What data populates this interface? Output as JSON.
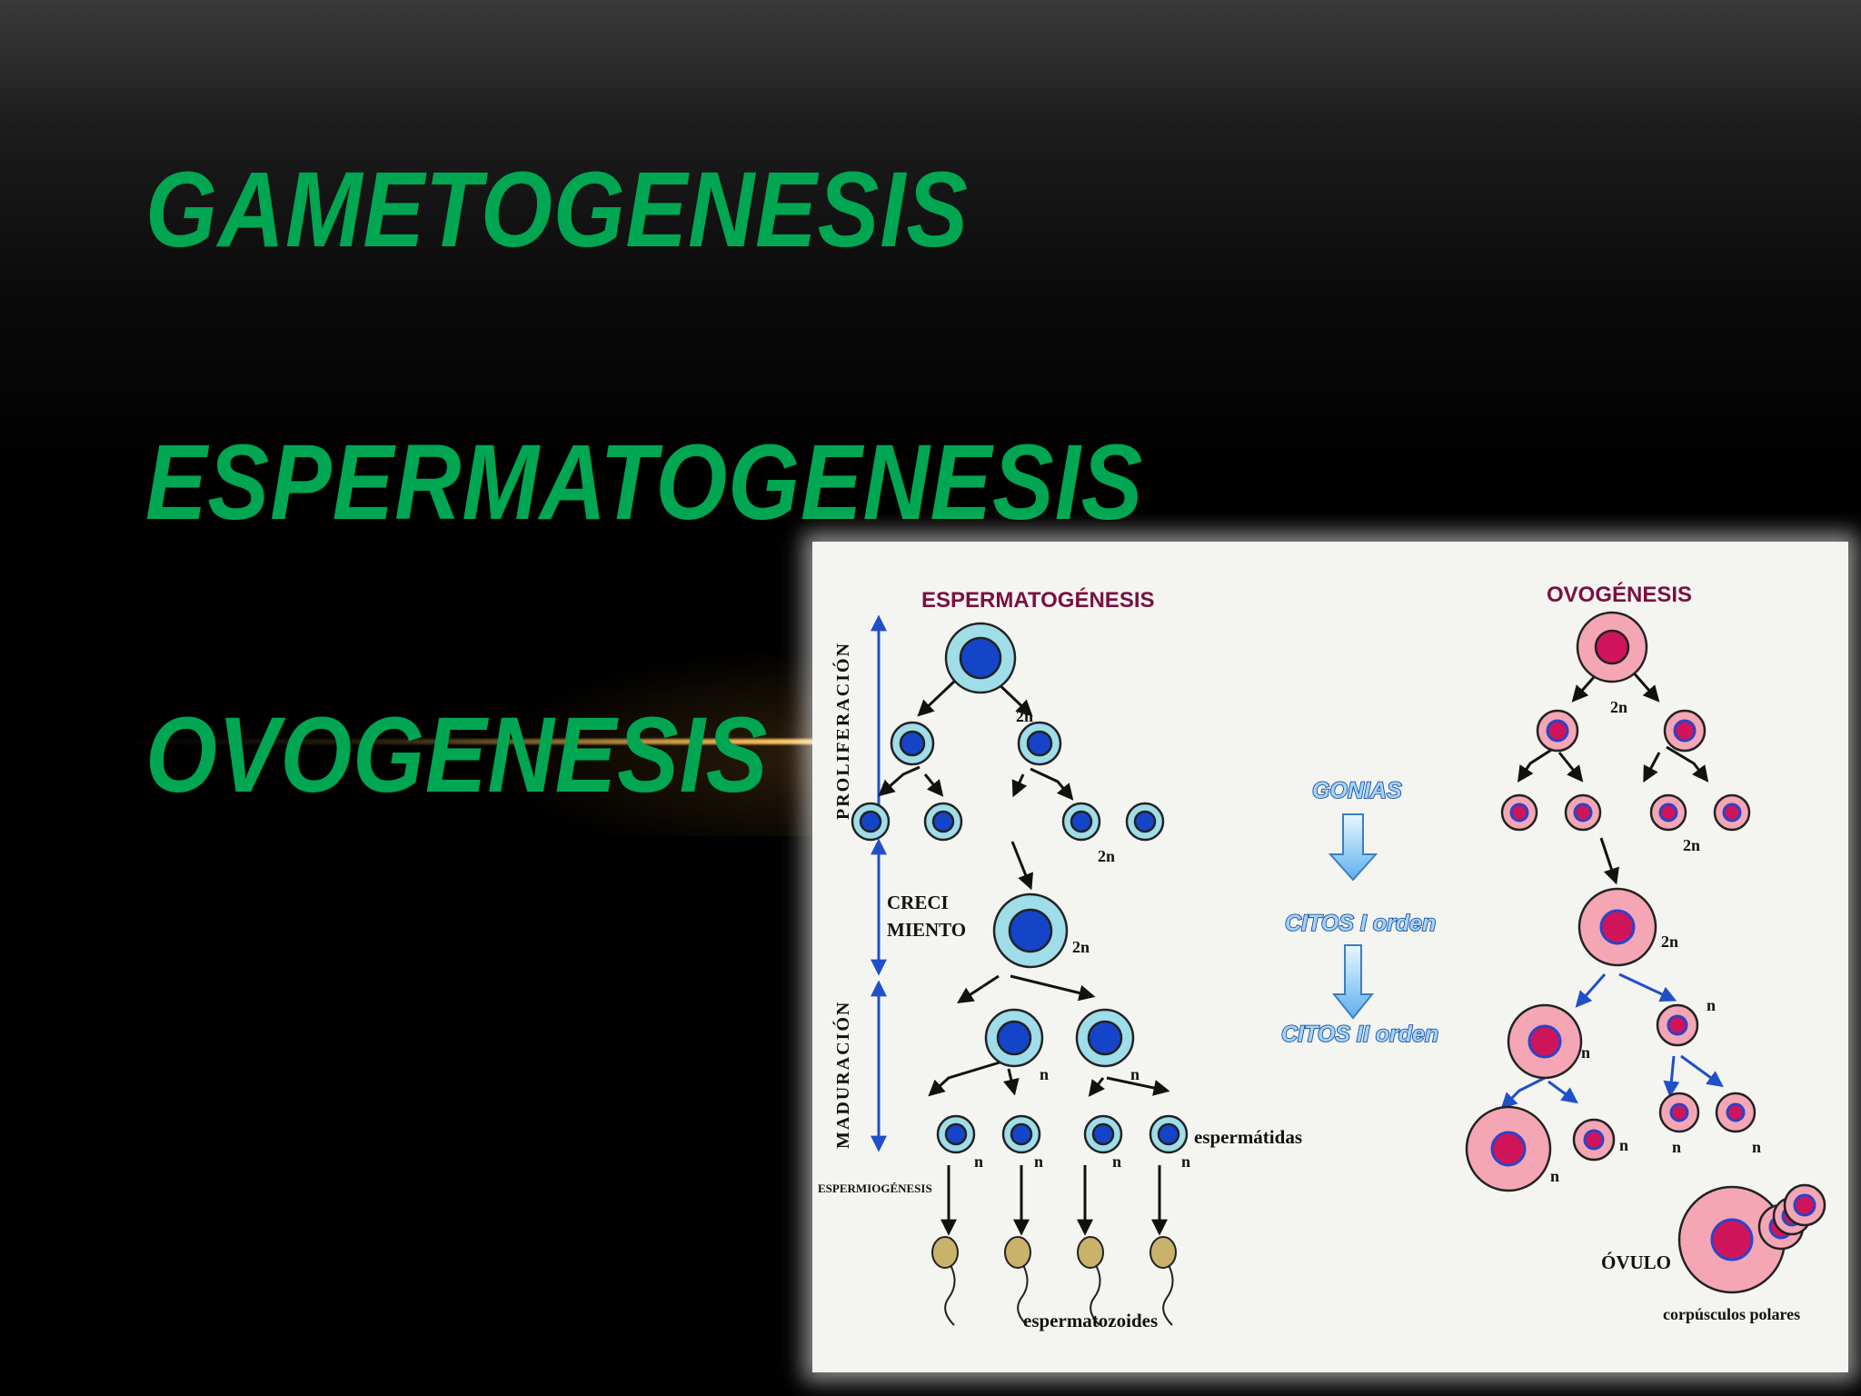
{
  "slide": {
    "titles": [
      "GAMETOGENESIS",
      "ESPERMATOGENESIS",
      "OVOGENESIS"
    ]
  },
  "figure": {
    "left_title": "ESPERMATOGÉNESIS",
    "right_title": "OVOGÉNESIS",
    "phase_proliferation": "PROLIFERACIÓN",
    "phase_growth_line1": "CRECI",
    "phase_growth_line2": "MIENTO",
    "phase_maturation": "MADURACIÓN",
    "spermiogenesis": "ESPERMIOGÉNESIS",
    "spermatids": "espermátidas",
    "spermatozoa": "espermatozoides",
    "ovum": "ÓVULO",
    "polar_bodies": "corpúsculos polares",
    "middle_labels": [
      "GONIAS",
      "CITOS I orden",
      "CITOS II orden"
    ],
    "ploidy_2n": "2n",
    "ploidy_n": "n",
    "colors": {
      "title_green": "#00a651",
      "left_header": "#7a1040",
      "sperm_cell_outer": "#9fdde8",
      "sperm_nucleus": "#1444c8",
      "ovo_cell_outer": "#f4a6b4",
      "ovo_nucleus": "#d0145a",
      "phase_arrow": "#2050c8"
    },
    "icons": [
      "down-arrow-icon",
      "double-headed-arrow-icon"
    ]
  }
}
